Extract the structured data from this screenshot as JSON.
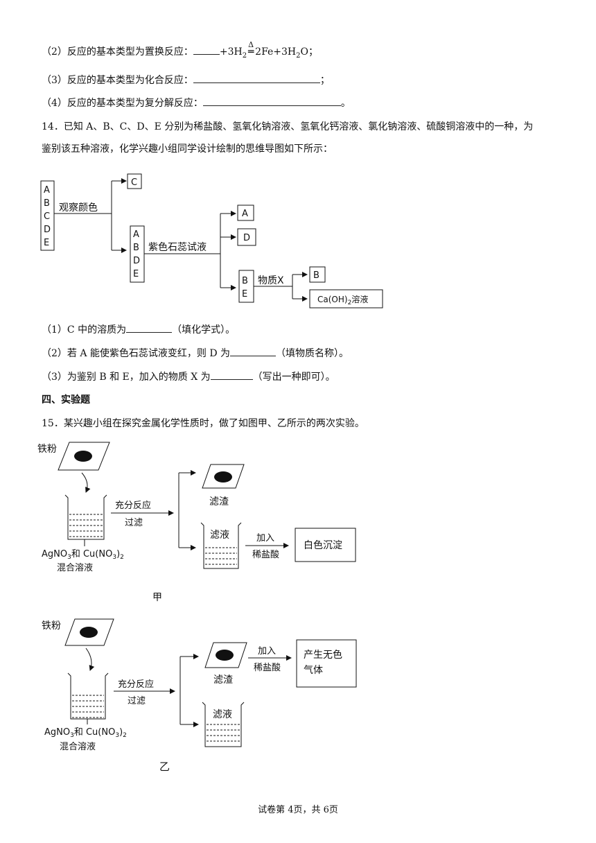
{
  "q13": {
    "item2_prefix": "（2）反应的基本类型为置换反应：",
    "item2_eq_a": "+3H",
    "item2_eq_a_sub": "2",
    "item2_cond": "Δ",
    "item2_eq_b": "2Fe+3H",
    "item2_eq_b_sub": "2",
    "item2_eq_c": "O",
    "item2_end": "；",
    "item3": "（3）反应的基本类型为化合反应：",
    "item3_end": "；",
    "item4": "（4）反应的基本类型为复分解反应：",
    "item4_end": "。"
  },
  "q14": {
    "stem_l1": "14．已知 A、B、C、D、E 分别为稀盐酸、氢氧化钠溶液、氢氧化钙溶液、氯化钠溶液、硫酸铜溶液中的一种，为",
    "stem_l2": "鉴别该五种溶液，化学兴趣小组同学设计绘制的思维导图如下所示：",
    "mindmap": {
      "group_all": [
        "A",
        "B",
        "C",
        "D",
        "E"
      ],
      "step1": "观察颜色",
      "result_c": "C",
      "group_abde": [
        "A",
        "B",
        "D",
        "E"
      ],
      "step2": "紫色石蕊试液",
      "result_a": "A",
      "result_d": "D",
      "group_be": [
        "B",
        "E"
      ],
      "step3": "物质X",
      "result_b": "B",
      "result_caoh": "Ca(OH)",
      "result_caoh_sub": "2",
      "result_caoh_tail": "溶液"
    },
    "sub1_a": "（1）C 中的溶质为",
    "sub1_b": "（填化学式）。",
    "sub2_a": "（2）若 A 能使紫色石蕊试液变红，则 D 为",
    "sub2_b": "（填物质名称）。",
    "sub3_a": "（3）为鉴别 B 和 E，加入的物质 X 为",
    "sub3_b": "（写出一种即可）。"
  },
  "section4": "四、实验题",
  "q15": {
    "stem": "15．某兴趣小组在探究金属化学性质时，做了如图甲、乙所示的两次实验。",
    "fig_jia": {
      "iron": "铁粉",
      "step": "充分反应",
      "step2": "过滤",
      "residue": "滤渣",
      "filtrate": "滤液",
      "add1": "加入",
      "add2": "稀盐酸",
      "result": "白色沉淀",
      "solution_a": "AgNO",
      "solution_a_sub": "3",
      "solution_b": "和 Cu(NO",
      "solution_b_sub1": "3",
      "solution_b_close": ")",
      "solution_b_sub2": "2",
      "solution_c": "混合溶液",
      "label": "甲"
    },
    "fig_yi": {
      "iron": "铁粉",
      "step": "充分反应",
      "step2": "过滤",
      "residue": "滤渣",
      "filtrate": "滤液",
      "add1": "加入",
      "add2": "稀盐酸",
      "result1": "产生无色",
      "result2": "气体",
      "solution_a": "AgNO",
      "solution_a_sub": "3",
      "solution_b": "和 Cu(NO",
      "solution_b_sub1": "3",
      "solution_b_close": ")",
      "solution_b_sub2": "2",
      "solution_c": "混合溶液",
      "label": "乙"
    }
  },
  "footer": "试卷第 4页，共 6页"
}
